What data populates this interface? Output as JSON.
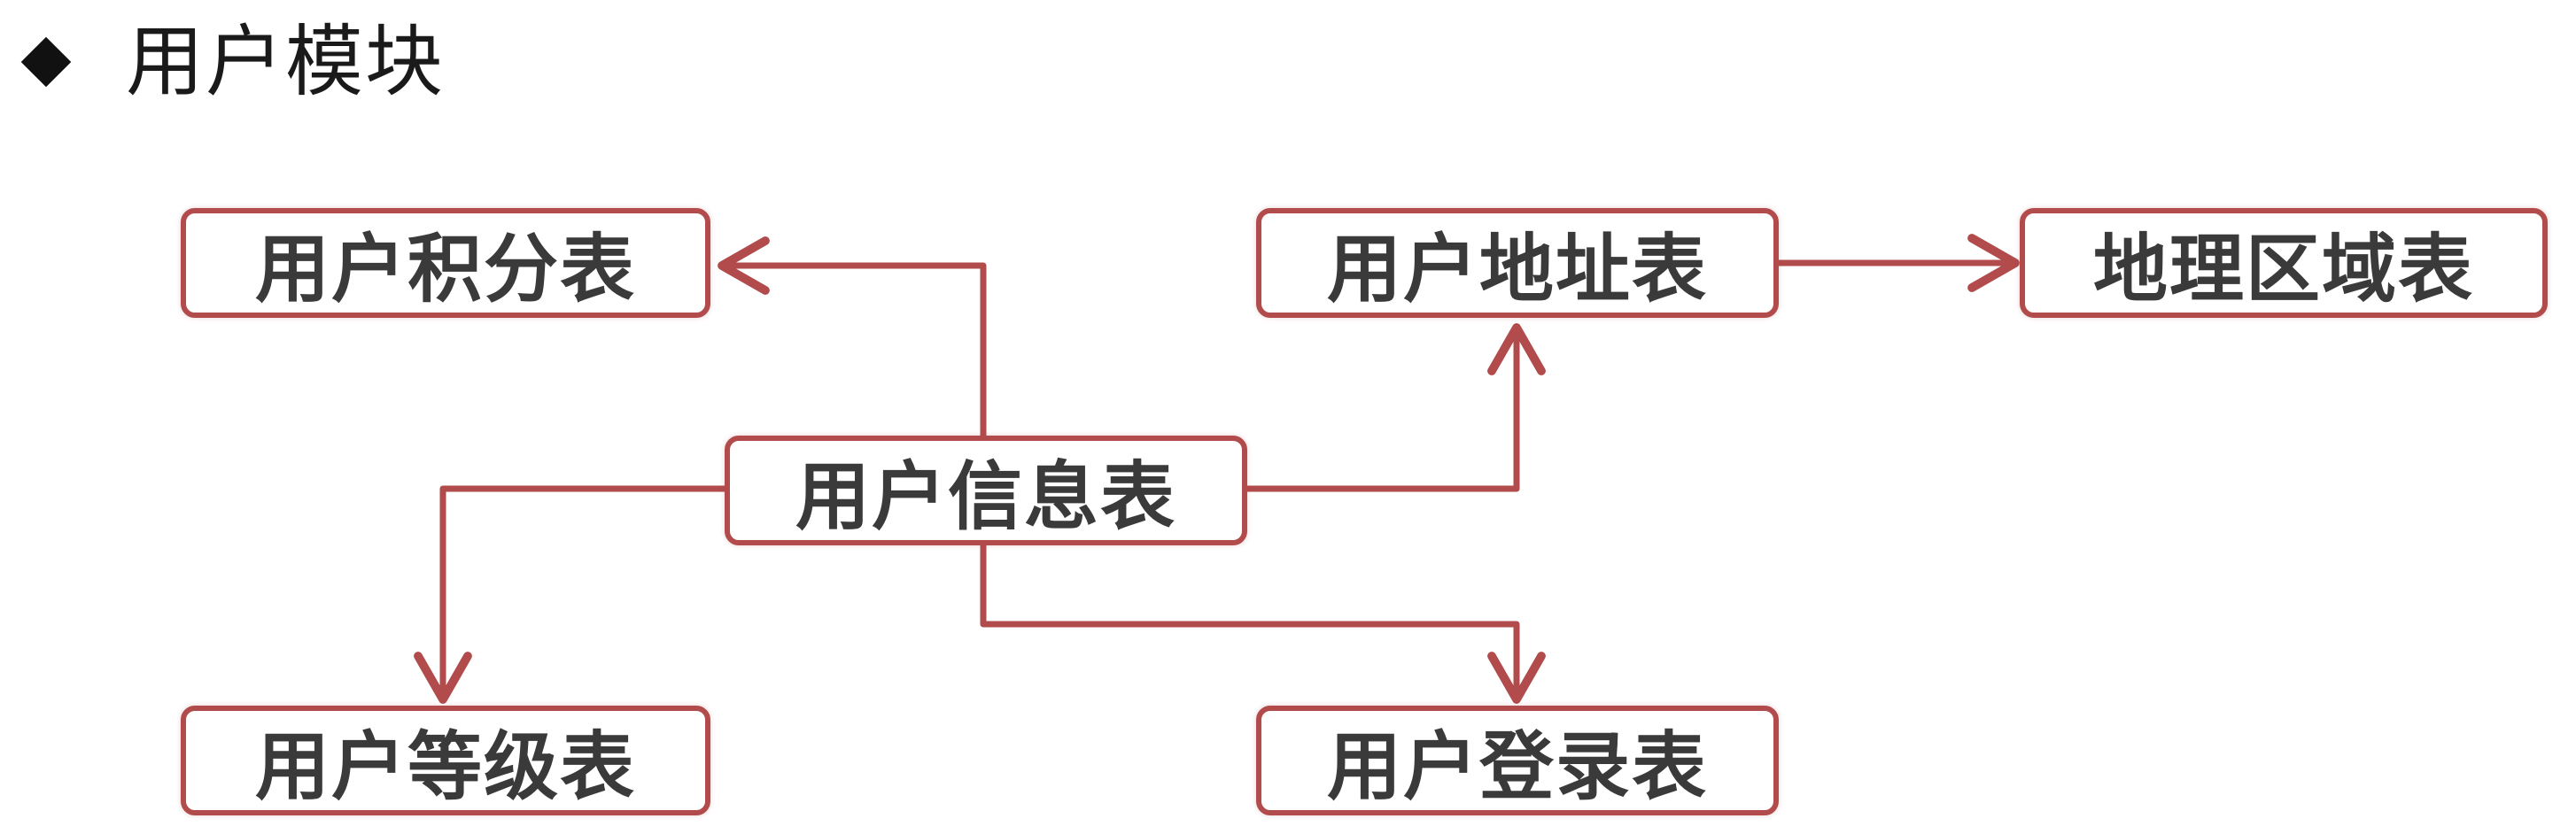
{
  "header": {
    "bullet_icon": "diamond-bullet-icon",
    "title": "用户模块"
  },
  "diagram": {
    "accent_color": "#b24b4b",
    "text_color": "#3a3a3a",
    "nodes": {
      "user_info": "用户信息表",
      "user_points": "用户积分表",
      "user_address": "用户地址表",
      "geo_region": "地理区域表",
      "user_level": "用户等级表",
      "user_login": "用户登录表"
    },
    "edges": [
      {
        "from": "user_info",
        "to": "user_points"
      },
      {
        "from": "user_info",
        "to": "user_address"
      },
      {
        "from": "user_address",
        "to": "geo_region"
      },
      {
        "from": "user_info",
        "to": "user_level"
      },
      {
        "from": "user_info",
        "to": "user_login"
      }
    ]
  }
}
